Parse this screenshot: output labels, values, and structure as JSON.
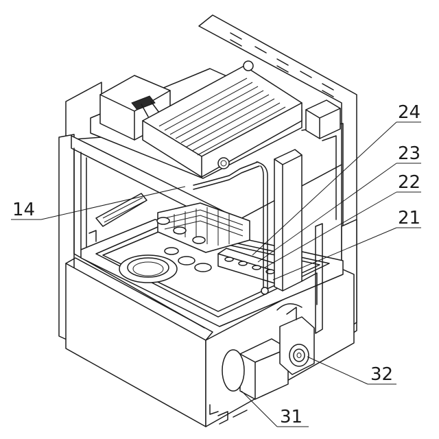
{
  "callouts": [
    {
      "id": "callout-24",
      "text": "24"
    },
    {
      "id": "callout-23",
      "text": "23"
    },
    {
      "id": "callout-22",
      "text": "22"
    },
    {
      "id": "callout-21",
      "text": "21"
    },
    {
      "id": "callout-14",
      "text": "14"
    },
    {
      "id": "callout-32",
      "text": "32"
    },
    {
      "id": "callout-31",
      "text": "31"
    }
  ]
}
